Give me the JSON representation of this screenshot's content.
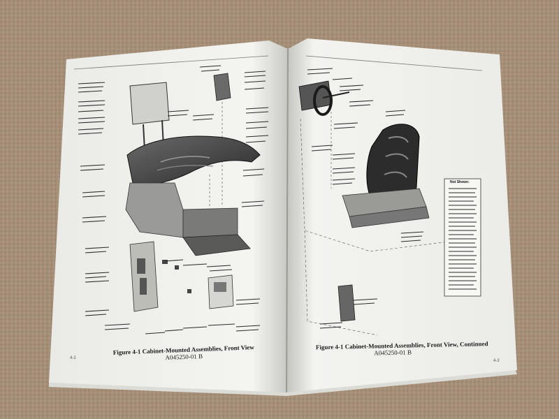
{
  "left_page": {
    "figure_caption": "Figure 4-1 Cabinet-Mounted Assemblies, Front View",
    "figure_number": "A045250-01 B",
    "page_number": "4-2"
  },
  "right_page": {
    "figure_caption": "Figure 4-1 Cabinet-Mounted Assemblies, Front View, Continued",
    "figure_number": "A045250-01 B",
    "page_number": "4-3",
    "not_shown_heading": "Not Shown:"
  },
  "colors": {
    "carpet": "#a58f78",
    "paper": "#f2f2ef",
    "cabinet": "#3c3c3c",
    "seat": "#2c2c2c"
  }
}
